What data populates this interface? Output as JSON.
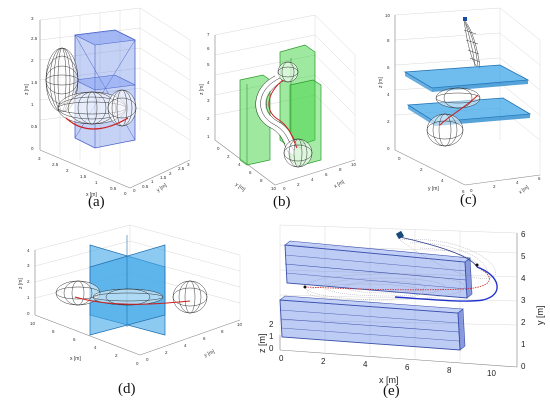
{
  "panels": [
    {
      "caption": "(a)",
      "z_label": "z [m]",
      "x_label": "x [m]",
      "y_label": "y [m]",
      "z_ticks": [
        "0",
        "0.5",
        "1",
        "1.5",
        "2",
        "2.5",
        "3"
      ],
      "x_ticks": [
        "3",
        "2.5",
        "2",
        "1.5",
        "1",
        "0.5",
        "0"
      ],
      "y_ticks": [
        "0",
        "0.5",
        "1",
        "1.5",
        "2",
        "2.5",
        "3"
      ]
    },
    {
      "caption": "(b)",
      "z_label": "z [m]",
      "x_label": "y [m]",
      "y_label": "x [m]",
      "z_ticks": [
        "1",
        "2",
        "3",
        "4",
        "5",
        "6",
        "7"
      ],
      "x_ticks": [
        "0",
        "2",
        "4",
        "6",
        "8",
        "10"
      ],
      "y_ticks": [
        "0",
        "2",
        "4",
        "6",
        "8",
        "10"
      ]
    },
    {
      "caption": "(c)",
      "z_label": "z [m]",
      "x_label": "y [m]",
      "y_label": "x [m]",
      "z_ticks": [
        "0",
        "2",
        "4",
        "6",
        "8",
        "10"
      ],
      "x_ticks": [
        "0",
        "2",
        "4",
        "6"
      ],
      "y_ticks": [
        "0",
        "2",
        "4",
        "6"
      ]
    },
    {
      "caption": "(d)",
      "z_label": "z [m]",
      "x_label": "x [m]",
      "y_label": "y [m]",
      "z_ticks": [
        "0",
        "1",
        "2",
        "3",
        "4"
      ],
      "x_ticks": [
        "10",
        "8",
        "6",
        "4",
        "2",
        "0"
      ],
      "y_ticks": [
        "0",
        "2",
        "4",
        "6",
        "8",
        "10"
      ]
    },
    {
      "caption": "(e)",
      "z_label": "z [m]",
      "x_label": "x [m]",
      "y_label": "y [m]",
      "z_ticks": [
        "0",
        "1",
        "2"
      ],
      "x_ticks": [
        "0",
        "2",
        "4",
        "6",
        "8",
        "10"
      ],
      "y_ticks": [
        "0",
        "1",
        "2",
        "3",
        "4",
        "5",
        "6"
      ]
    }
  ],
  "colors": {
    "blue_box": "#5a7fe6",
    "green_box": "#3fd23f",
    "cyan_plate": "#3fa6e8",
    "trajectory": "#cc2222",
    "wire": "#222222"
  }
}
